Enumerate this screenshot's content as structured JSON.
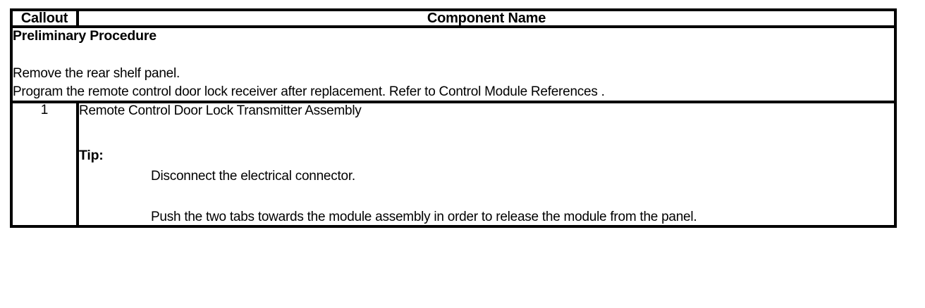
{
  "table": {
    "header": {
      "callout_label": "Callout",
      "component_label": "Component Name"
    },
    "preliminary_row": {
      "title": "Preliminary Procedure",
      "lines": [
        "Remove the rear shelf panel.",
        "Program the remote control door lock receiver after replacement. Refer to Control Module References ."
      ]
    },
    "component_rows": [
      {
        "callout": "1",
        "name": "Remote Control Door Lock Transmitter Assembly",
        "tip_label": "Tip:",
        "tip_items": [
          "Disconnect the electrical connector.",
          "Push the two tabs towards the module assembly in order to release the module from the panel."
        ]
      }
    ]
  },
  "colors": {
    "border": "#000000",
    "text": "#000000",
    "background": "#ffffff"
  }
}
